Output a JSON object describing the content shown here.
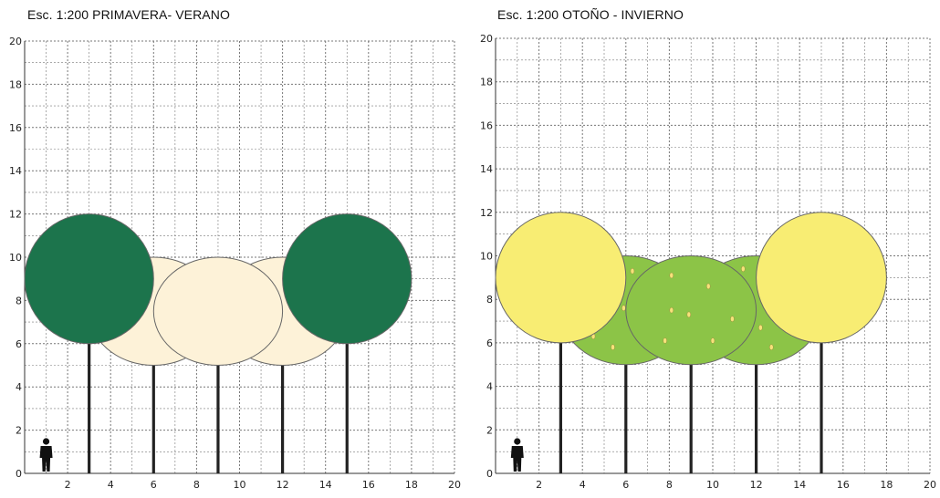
{
  "panels": [
    {
      "title": "Esc. 1:200 PRIMAVERA- VERANO",
      "y_ticks": [
        "0",
        "2",
        "4",
        "6",
        "8",
        "10",
        "12",
        "14",
        "16",
        "18",
        "20"
      ],
      "x_ticks": [
        "2",
        "4",
        "6",
        "8",
        "10",
        "12",
        "14",
        "16",
        "18",
        "20"
      ],
      "x_range": [
        0,
        20
      ],
      "y_range": [
        0,
        20
      ],
      "grid": "dashed",
      "trees_back": [
        {
          "x": 6,
          "crown_bottom": 5,
          "crown_top": 10,
          "width": 6,
          "color": "#fdf2d8",
          "fruit": []
        },
        {
          "x": 12,
          "crown_bottom": 5,
          "crown_top": 10,
          "width": 6,
          "color": "#fdf2d8",
          "fruit": []
        },
        {
          "x": 9,
          "crown_bottom": 5,
          "crown_top": 10,
          "width": 6,
          "color": "#fdf2d8",
          "fruit": []
        }
      ],
      "trees_front": [
        {
          "x": 3,
          "crown_bottom": 6,
          "crown_top": 12,
          "width": 6,
          "color": "#1c744c"
        },
        {
          "x": 15,
          "crown_bottom": 6,
          "crown_top": 12,
          "width": 6,
          "color": "#1c744c"
        }
      ],
      "person_x": 1
    },
    {
      "title": "Esc. 1:200 OTOÑO - INVIERNO",
      "y_ticks": [
        "0",
        "2",
        "4",
        "6",
        "8",
        "10",
        "12",
        "14",
        "16",
        "18",
        "20"
      ],
      "x_ticks": [
        "2",
        "4",
        "6",
        "8",
        "10",
        "12",
        "14",
        "16",
        "18",
        "20"
      ],
      "x_range": [
        0,
        20
      ],
      "y_range": [
        0,
        20
      ],
      "grid": "dashed",
      "trees_back": [
        {
          "x": 6,
          "crown_bottom": 5,
          "crown_top": 10,
          "width": 6,
          "color": "#8cc447",
          "fruit": [
            [
              4.5,
              6.3
            ],
            [
              5.4,
              5.8
            ],
            [
              6.3,
              9.3
            ],
            [
              5.9,
              7.6
            ]
          ]
        },
        {
          "x": 12,
          "crown_bottom": 5,
          "crown_top": 10,
          "width": 6,
          "color": "#8cc447",
          "fruit": [
            [
              11.4,
              9.4
            ],
            [
              12.2,
              6.7
            ],
            [
              12.7,
              5.8
            ],
            [
              11.3,
              8.2
            ]
          ]
        },
        {
          "x": 9,
          "crown_bottom": 5,
          "crown_top": 10,
          "width": 6,
          "color": "#8cc447",
          "fruit": [
            [
              8.1,
              9.1
            ],
            [
              8.1,
              7.5
            ],
            [
              9.8,
              8.6
            ],
            [
              7.8,
              6.1
            ],
            [
              10.9,
              7.1
            ],
            [
              10,
              6.1
            ],
            [
              8.9,
              7.3
            ]
          ]
        }
      ],
      "trees_front": [
        {
          "x": 3,
          "crown_bottom": 6,
          "crown_top": 12,
          "width": 6,
          "color": "#f8ed73"
        },
        {
          "x": 15,
          "crown_bottom": 6,
          "crown_top": 12,
          "width": 6,
          "color": "#f8ed73"
        }
      ],
      "person_x": 1
    }
  ],
  "colors": {
    "grid": "#777777",
    "trunk": "#222222",
    "outline": "#666666",
    "fruit": "#f6e27a"
  },
  "icons": {
    "person": "person-icon"
  }
}
